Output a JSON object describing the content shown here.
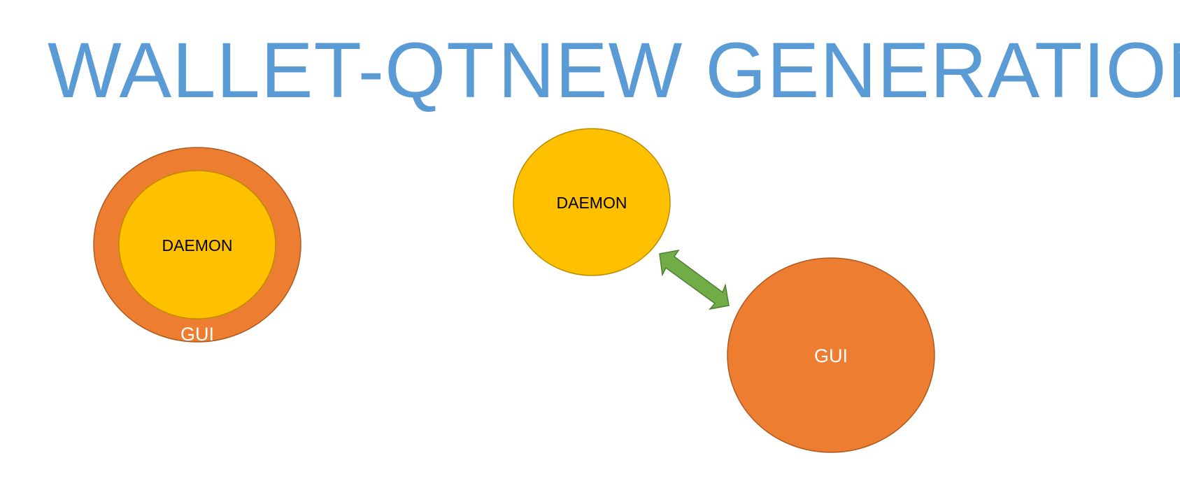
{
  "titles": {
    "left": "WALLET-QT",
    "right": "NEW GENERATION"
  },
  "wallet_qt": {
    "outer_label": "GUI",
    "inner_label": "DAEMON"
  },
  "new_generation": {
    "daemon_label": "DAEMON",
    "gui_label": "GUI",
    "connector": "bidirectional-arrow"
  },
  "colors": {
    "title": "#5B9BD5",
    "gui_fill": "#ED7D31",
    "gui_stroke": "#AE5A21",
    "daemon_fill": "#FFC000",
    "daemon_stroke": "#BC8C00",
    "arrow_fill": "#70AD47",
    "arrow_stroke": "#507E32",
    "gui_text": "#FFFFFF",
    "daemon_text": "#000000"
  }
}
